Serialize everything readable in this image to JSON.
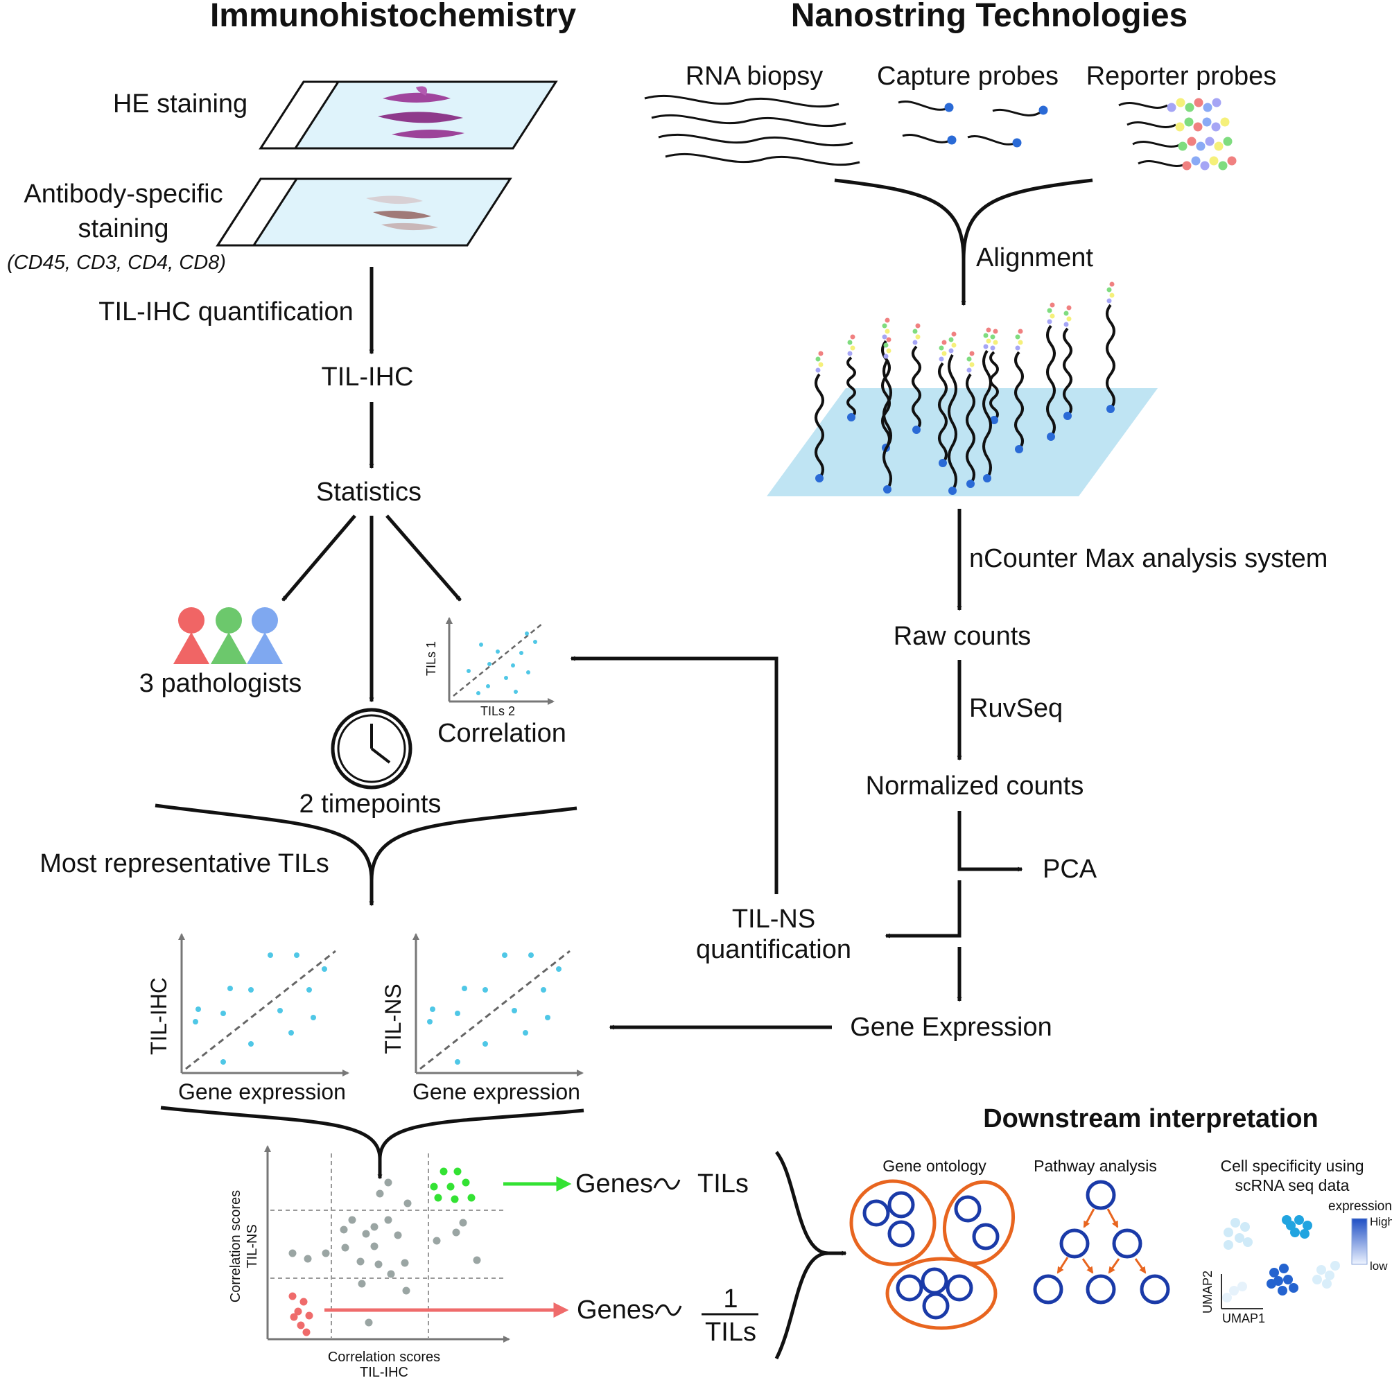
{
  "colors": {
    "stroke": "#111111",
    "slide_fill": "#dff3fb",
    "chip_fill": "#bfe4f3",
    "scatter_dot": "#4fc7e6",
    "pathologist_red": "#f06565",
    "pathologist_green": "#6cc86c",
    "pathologist_blue": "#7fa8f0",
    "accent_green": "#33e233",
    "accent_red": "#ef6b6b",
    "grey_dot": "#9aa5a3",
    "orange": "#e8651f",
    "navy": "#1a3aa8"
  },
  "headings": {
    "ihc": "Immunohistochemistry",
    "nanostring": "Nanostring Technologies",
    "downstream": "Downstream interpretation"
  },
  "ihc": {
    "he_staining": "HE staining",
    "antibody_line1": "Antibody-specific",
    "antibody_line2": "staining",
    "antibody_markers": "(CD45, CD3, CD4, CD8)",
    "quantification": "TIL-IHC quantification",
    "til_ihc": "TIL-IHC",
    "statistics": "Statistics",
    "pathologists": "3 pathologists",
    "timepoints": "2 timepoints",
    "correlation": "Correlation",
    "corr_y_axis": "TILs 1",
    "corr_x_axis": "TILs 2",
    "most_representative": "Most representative TILs"
  },
  "nanostring": {
    "rna_biopsy": "RNA biopsy",
    "capture_probes": "Capture probes",
    "reporter_probes": "Reporter probes",
    "alignment": "Alignment",
    "ncounter": "nCounter Max analysis system",
    "raw_counts": "Raw counts",
    "ruvseq": "RuvSeq",
    "normalized_counts": "Normalized counts",
    "pca": "PCA",
    "til_ns_line1": "TIL-NS",
    "til_ns_line2": "quantification",
    "gene_expression": "Gene Expression"
  },
  "scatters": {
    "left_y": "TIL-IHC",
    "left_x": "Gene expression",
    "right_y": "TIL-NS",
    "right_x": "Gene expression"
  },
  "quadrant": {
    "y_line1": "Correlation scores",
    "y_line2": "TIL-NS",
    "x_line1": "Correlation scores",
    "x_line2": "TIL-IHC",
    "genes_pos": "Genes",
    "tils": "TILs",
    "genes_neg": "Genes",
    "numerator": "1",
    "denominator": "TILs"
  },
  "downstream": {
    "gene_ontology": "Gene ontology",
    "pathway_analysis": "Pathway analysis",
    "cell_specificity_line1": "Cell specificity using",
    "cell_specificity_line2": "scRNA seq data",
    "expression": "expression",
    "high": "High",
    "low": "low",
    "umap2": "UMAP2",
    "umap1": "UMAP1"
  }
}
